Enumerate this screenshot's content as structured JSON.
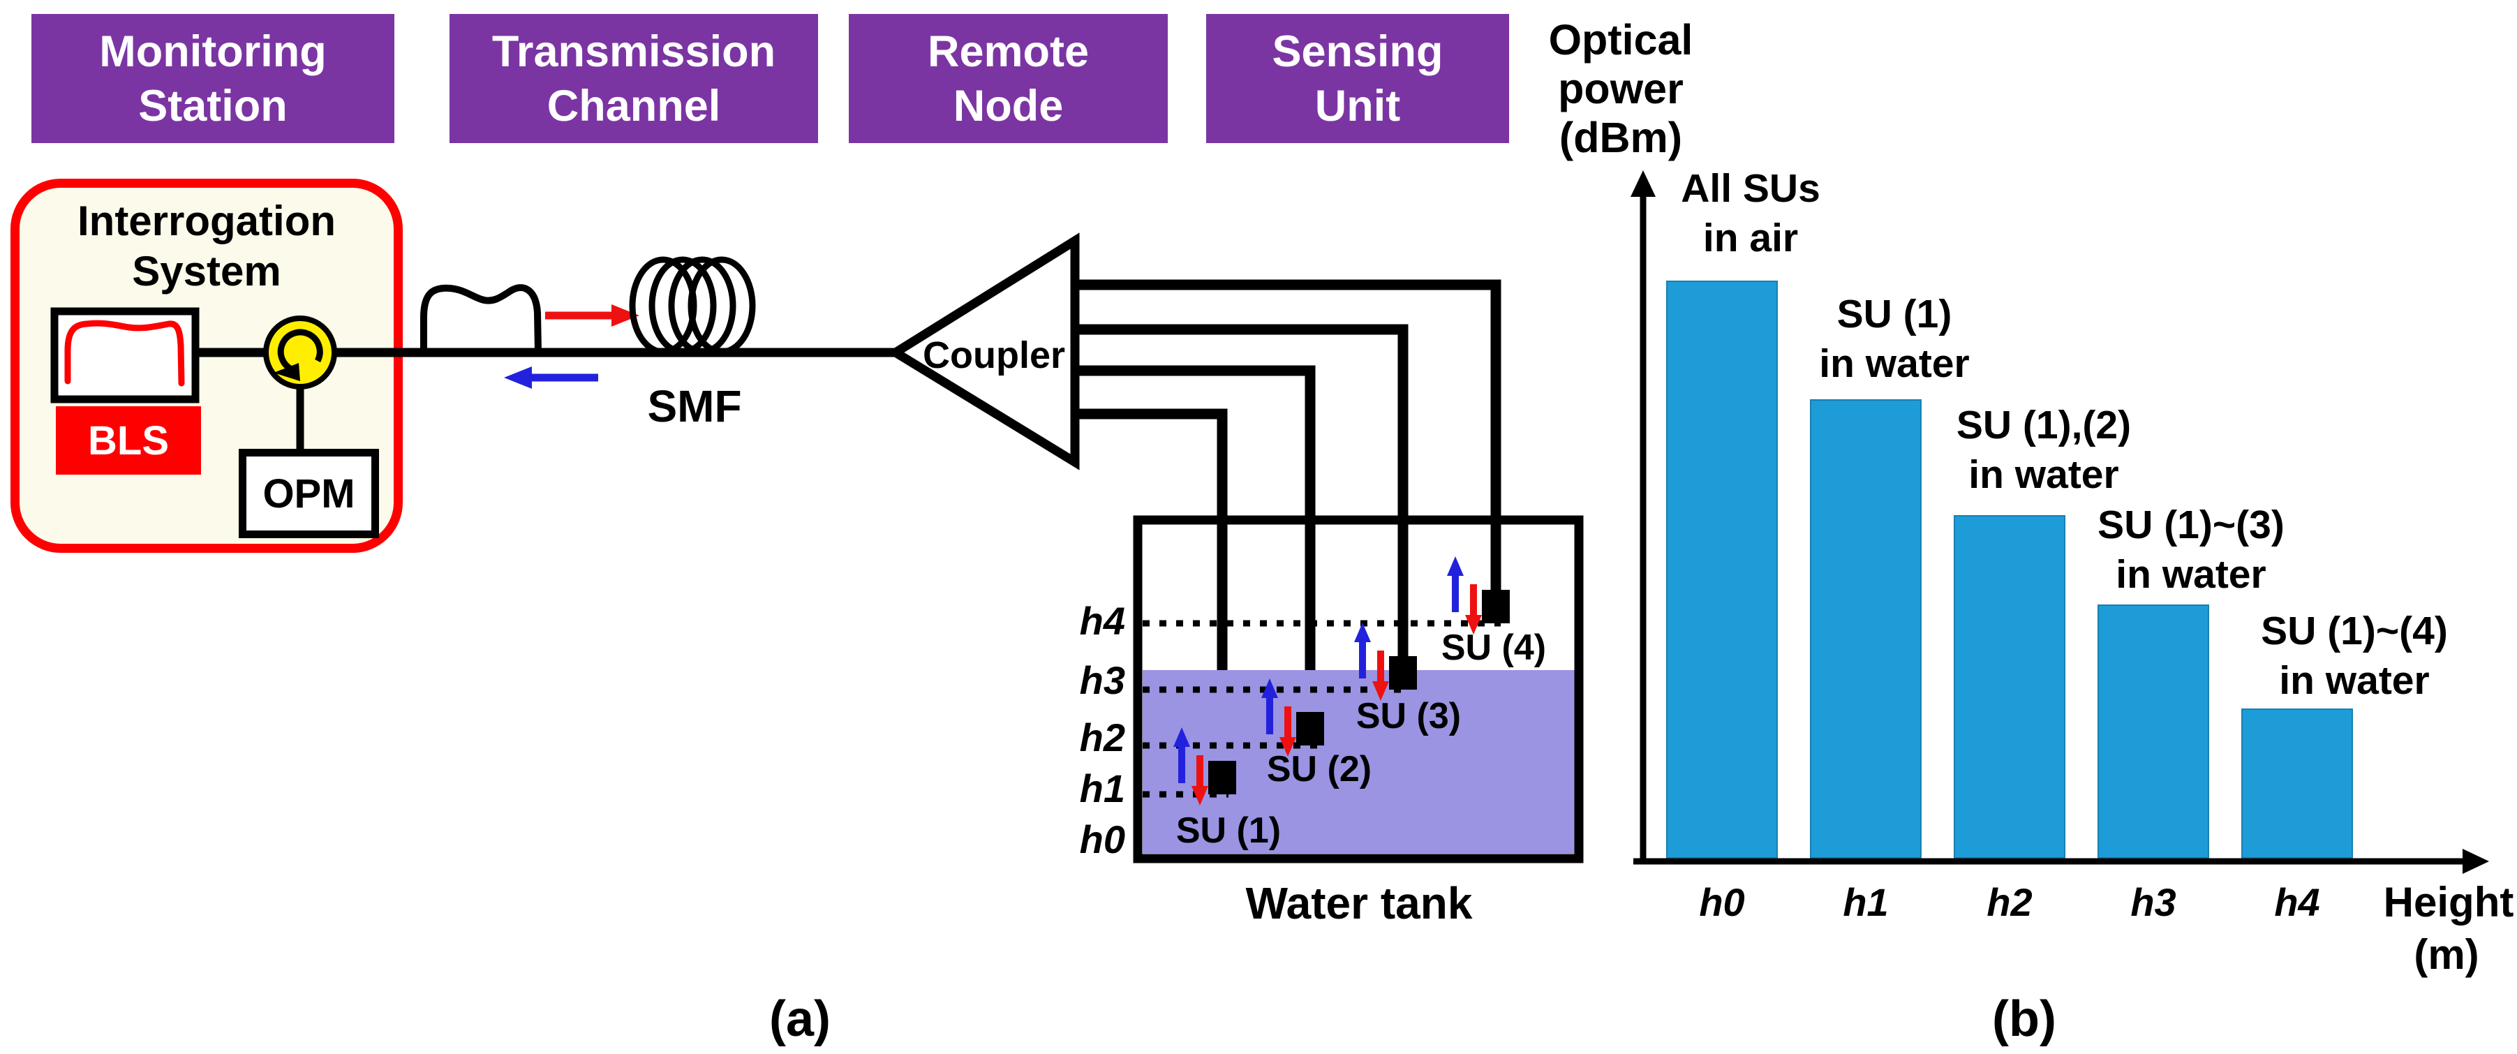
{
  "figure": {
    "panel_a_label": "(a)",
    "panel_b_label": "(b)"
  },
  "header": {
    "boxes": [
      {
        "line1": "Monitoring",
        "line2": "Station"
      },
      {
        "line1": "Transmission",
        "line2": "Channel"
      },
      {
        "line1": "Remote",
        "line2": "Node"
      },
      {
        "line1": "Sensing",
        "line2": "Unit"
      }
    ]
  },
  "interrogation": {
    "title_line1": "Interrogation",
    "title_line2": "System",
    "bls_label": "BLS",
    "opm_label": "OPM"
  },
  "link": {
    "smf_label": "SMF",
    "coupler_label": "Coupler"
  },
  "water_tank": {
    "caption": "Water tank",
    "height_labels": [
      "h4",
      "h3",
      "h2",
      "h1",
      "h0"
    ],
    "sensor_labels": [
      "SU (1)",
      "SU (2)",
      "SU (3)",
      "SU (4)"
    ]
  },
  "colors": {
    "header_purple": "#7B35A3",
    "interrogation_border_red": "#FF0000",
    "circulator_yellow": "#FFEE00",
    "water_lavender": "#9A94E2",
    "bar_blue": "#1E9CD7",
    "arrow_red": "#EE1111",
    "arrow_blue": "#2222DD"
  },
  "chart_data": {
    "type": "bar",
    "title": "",
    "ylabel": "Optical power (dBm)",
    "ylabel_lines": [
      "Optical",
      "power",
      "(dBm)"
    ],
    "xlabel": "Height (m)",
    "xlabel_lines": [
      "Height",
      "(m)"
    ],
    "categories": [
      "h0",
      "h1",
      "h2",
      "h3",
      "h4"
    ],
    "values_relative_percent": [
      100,
      79.5,
      59.4,
      44,
      26
    ],
    "numeric_axis_shown": false,
    "grid": false,
    "bar_color": "#1E9CD7",
    "annotations": [
      [
        "All SUs",
        "in air"
      ],
      [
        "SU (1)",
        "in water"
      ],
      [
        "SU (1),(2)",
        "in water"
      ],
      [
        "SU (1)~(3)",
        "in water"
      ],
      [
        "SU (1)~(4)",
        "in water"
      ]
    ]
  }
}
